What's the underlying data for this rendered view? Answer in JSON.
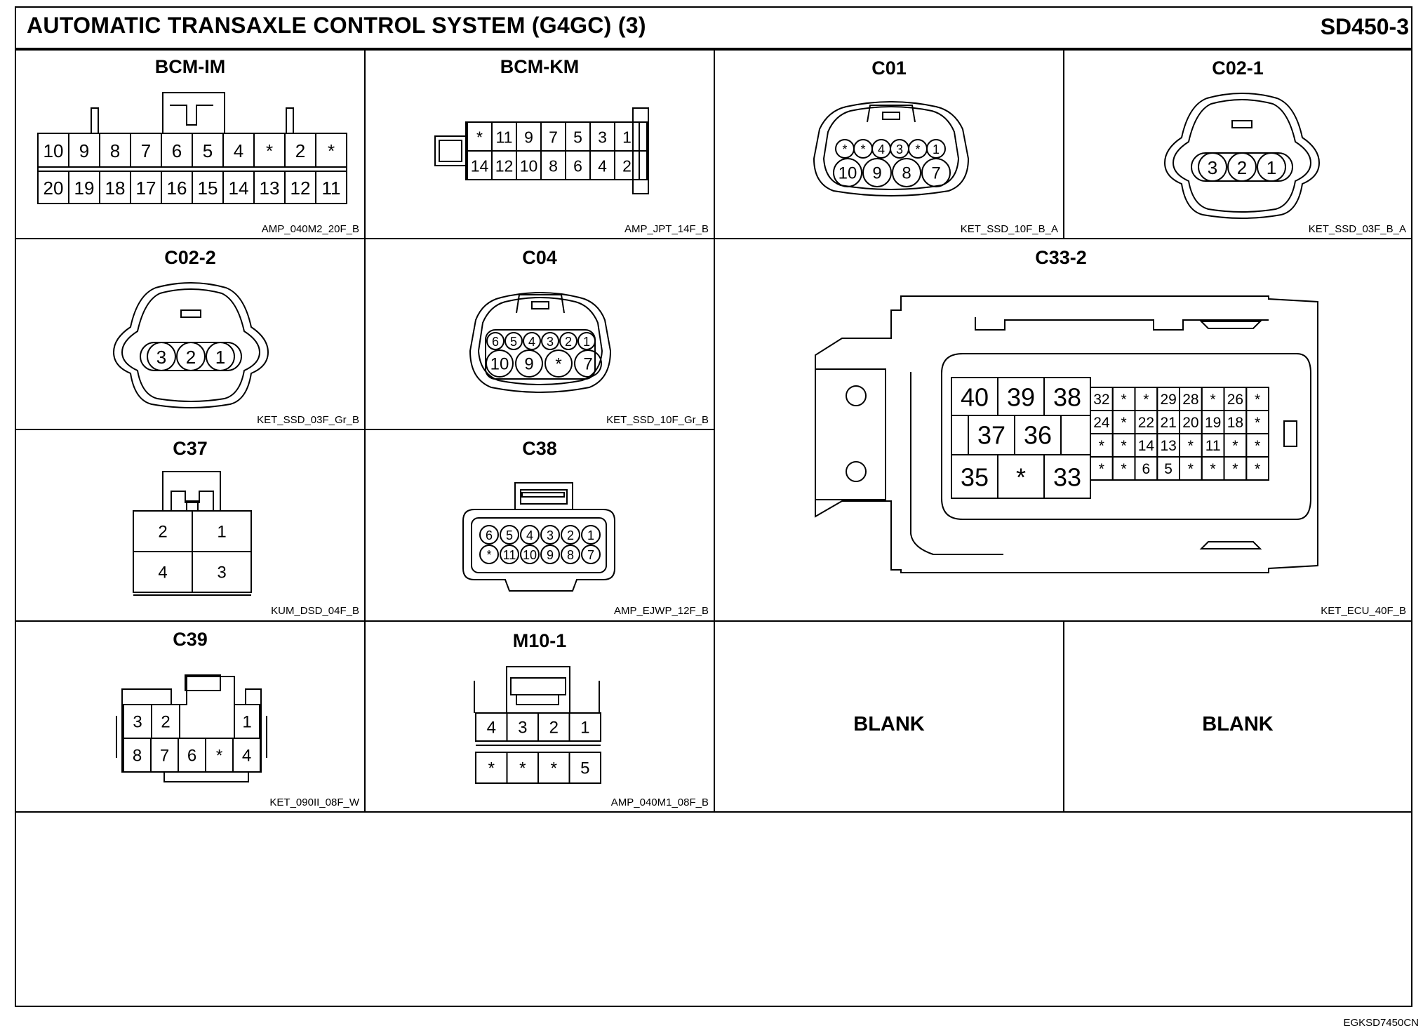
{
  "header": {
    "title": "AUTOMATIC TRANSAXLE CONTROL SYSTEM (G4GC) (3)",
    "code": "SD450-3"
  },
  "connectors": [
    {
      "name": "BCM-IM",
      "code": "AMP_040M2_20F_B",
      "rows": [
        [
          "10",
          "9",
          "8",
          "7",
          "6",
          "5",
          "4",
          "*",
          "2",
          "*"
        ],
        [
          "20",
          "19",
          "18",
          "17",
          "16",
          "15",
          "14",
          "13",
          "12",
          "11"
        ]
      ]
    },
    {
      "name": "BCM-KM",
      "code": "AMP_JPT_14F_B",
      "rows": [
        [
          "*",
          "11",
          "9",
          "7",
          "5",
          "3",
          "1"
        ],
        [
          "14",
          "12",
          "10",
          "8",
          "6",
          "4",
          "2"
        ]
      ]
    },
    {
      "name": "C01",
      "code": "KET_SSD_10F_B_A",
      "rows": [
        [
          "*",
          "*",
          "4",
          "3",
          "*",
          "1"
        ],
        [
          "10",
          "9",
          "8",
          "7"
        ]
      ]
    },
    {
      "name": "C02-1",
      "code": "KET_SSD_03F_B_A",
      "rows": [
        [
          "3",
          "2",
          "1"
        ]
      ]
    },
    {
      "name": "C02-2",
      "code": "KET_SSD_03F_Gr_B",
      "rows": [
        [
          "3",
          "2",
          "1"
        ]
      ]
    },
    {
      "name": "C04",
      "code": "KET_SSD_10F_Gr_B",
      "rows": [
        [
          "6",
          "5",
          "4",
          "3",
          "2",
          "1"
        ],
        [
          "10",
          "9",
          "*",
          "7"
        ]
      ]
    },
    {
      "name": "C33-2",
      "code": "KET_ECU_40F_B",
      "rows": [
        [
          "40",
          "39",
          "38"
        ],
        [
          "37",
          "36"
        ],
        [
          "35",
          "*",
          "33"
        ],
        [
          "32",
          "*",
          "*",
          "29",
          "28",
          "*",
          "26",
          "*"
        ],
        [
          "24",
          "*",
          "22",
          "21",
          "20",
          "19",
          "18",
          "*"
        ],
        [
          "*",
          "*",
          "14",
          "13",
          "*",
          "11",
          "*",
          "*"
        ],
        [
          "*",
          "*",
          "6",
          "5",
          "*",
          "*",
          "*",
          "*"
        ]
      ]
    },
    {
      "name": "C37",
      "code": "KUM_DSD_04F_B",
      "rows": [
        [
          "2",
          "1"
        ],
        [
          "4",
          "3"
        ]
      ]
    },
    {
      "name": "C38",
      "code": "AMP_EJWP_12F_B",
      "rows": [
        [
          "6",
          "5",
          "4",
          "3",
          "2",
          "1"
        ],
        [
          "*",
          "11",
          "10",
          "9",
          "8",
          "7"
        ]
      ]
    },
    {
      "name": "C39",
      "code": "KET_090II_08F_W",
      "rows": [
        [
          "3",
          "2",
          "1"
        ],
        [
          "8",
          "7",
          "6",
          "*",
          "4"
        ]
      ]
    },
    {
      "name": "M10-1",
      "code": "AMP_040M1_08F_B",
      "rows": [
        [
          "4",
          "3",
          "2",
          "1"
        ],
        [
          "*",
          "*",
          "*",
          "5"
        ]
      ]
    }
  ],
  "blanks": [
    "BLANK",
    "BLANK"
  ],
  "footer": {
    "code": "EGKSD7450CN"
  }
}
